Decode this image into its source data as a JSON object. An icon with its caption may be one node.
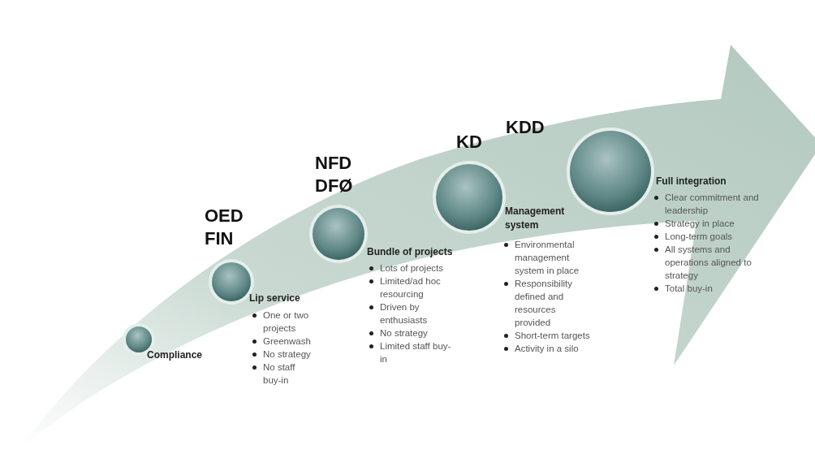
{
  "diagram": {
    "nodes": [
      {
        "text": [
          "Compliance"
        ]
      },
      {
        "text": [
          "Lip service",
          "One or two projects",
          "Greenwash",
          "No strategy",
          "No staff buy-in"
        ],
        "beside": [
          "OED",
          "FIN"
        ]
      },
      {
        "text": [
          "Bundle of projects",
          "Lots of projects",
          "Limited/ad hoc resourcing",
          "Driven by enthusiasts",
          "No strategy",
          "Limited staff buy-in"
        ],
        "beside": [
          "NFD",
          "DFØ"
        ]
      },
      {
        "text": [
          "Management system",
          "Environmental management system in place",
          "Responsibility defined and resources provided",
          "Short-term targets",
          "Activity in a silo"
        ],
        "beside": [
          "KD"
        ]
      },
      {
        "text": [
          "Full integration",
          "Clear commitment and leadership",
          "Strategy in place",
          "Long-term goals",
          "All systems and operations aligned to strategy",
          "Total buy-in"
        ],
        "beside": [
          "KDD"
        ]
      }
    ]
  }
}
